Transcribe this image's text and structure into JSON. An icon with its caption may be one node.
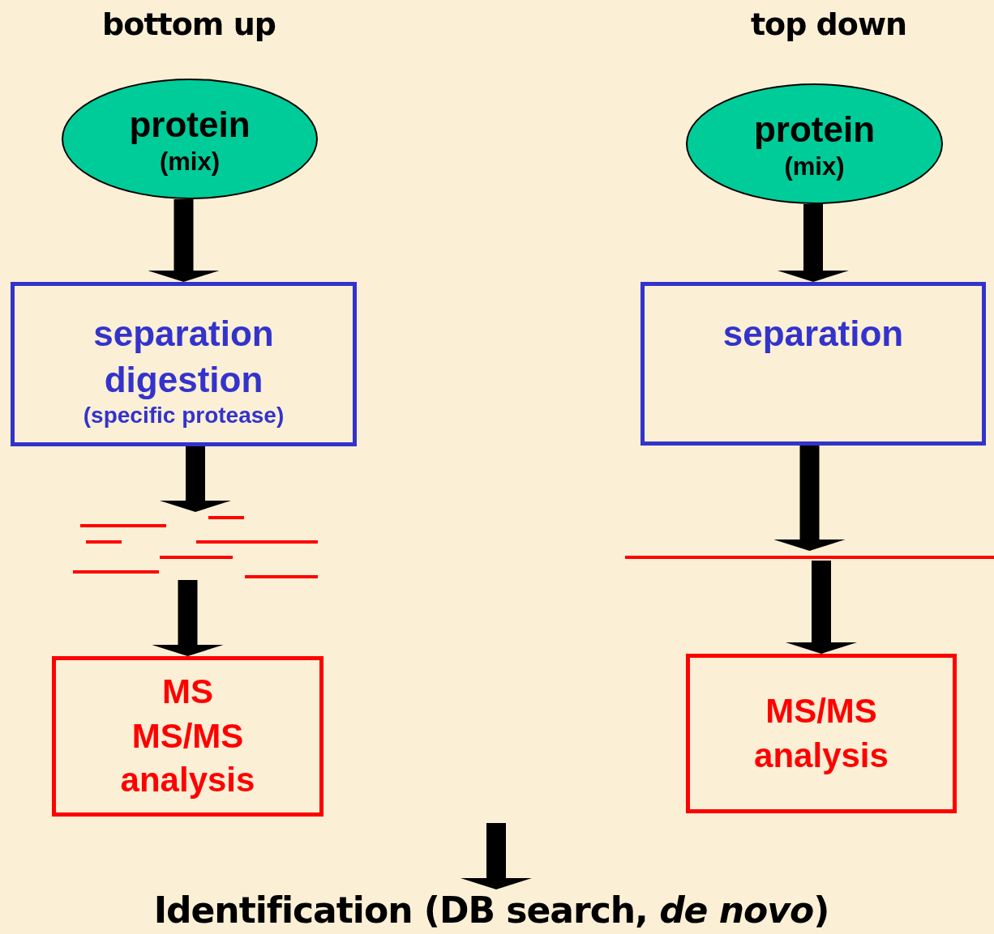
{
  "diagram": {
    "nodes": [
      {
        "text": [
          "protein",
          "(mix)"
        ]
      },
      {
        "text": [
          "separation digestion",
          "(specific protease)"
        ]
      },
      {
        "text": [],
        "shape": "bar"
      },
      {
        "text": [
          "MS MS/MS analysis"
        ]
      },
      {
        "text": [
          "protein",
          "(mix)"
        ]
      },
      {
        "text": [
          "separation"
        ]
      },
      {
        "text": [],
        "shape": "bar"
      },
      {
        "text": [
          "MS/MS analysis"
        ]
      },
      {
        "text": [
          "Identification (DB search, *de novo*)"
        ]
      }
    ],
    "edges": [
      {
        "from": 0,
        "to": 1,
        "arrow": "to"
      },
      {
        "from": 1,
        "to": 2,
        "arrow": "to"
      },
      {
        "from": 2,
        "to": 3,
        "arrow": "to"
      },
      {
        "from": 4,
        "to": 5,
        "arrow": "to"
      },
      {
        "from": 5,
        "to": 6,
        "arrow": "to"
      },
      {
        "from": 6,
        "to": 7,
        "arrow": "to"
      },
      {
        "from": null,
        "to": 8,
        "arrow": "to"
      }
    ],
    "labels": [
      "bottom up",
      "top down"
    ]
  }
}
